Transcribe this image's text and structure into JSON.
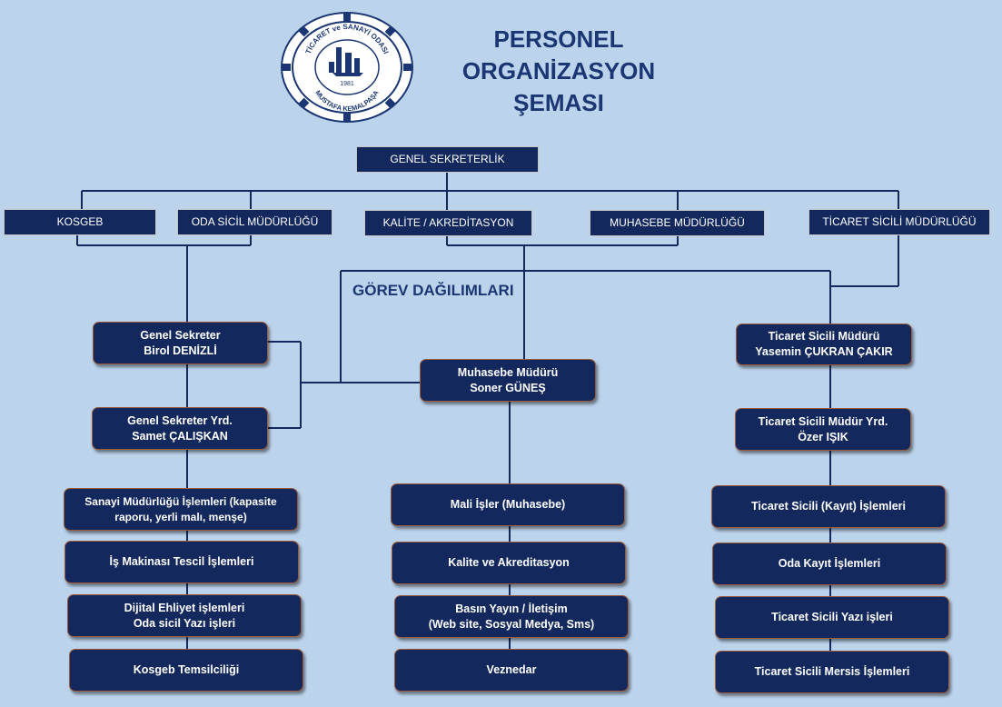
{
  "header": {
    "title_lines": [
      "PERSONEL",
      "ORGANİZASYON",
      "ŞEMASI"
    ],
    "logo_text_arc": "TİCARET ve SANAYİ ODASI",
    "logo_text_bottom": "MUSTAFA KEMALPAŞA",
    "logo_year": "1981"
  },
  "top_units": {
    "genel_sekreterlik": "GENEL SEKRETERLİK",
    "kosgeb": "KOSGEB",
    "oda_sicil": "ODA SİCİL MÜDÜRLÜĞÜ",
    "kalite": "KALİTE / AKREDİTASYON",
    "muhasebe": "MUHASEBE MÜDÜRLÜĞÜ",
    "ticaret_sicili": "TİCARET SİCİLİ MÜDÜRLÜĞÜ"
  },
  "section_title": "GÖREV DAĞILIMLARI",
  "people": {
    "genel_sekreter": "Genel Sekreter\nBirol DENİZLİ",
    "genel_sekreter_yrd": "Genel Sekreter Yrd.\nSamet ÇALIŞKAN",
    "muhasebe_muduru": "Muhasebe Müdürü\nSoner  GÜNEŞ",
    "ticaret_sicili_muduru": "Ticaret Sicili Müdürü\nYasemin ÇUKRAN ÇAKIR",
    "ticaret_sicili_muduru_yrd": "Ticaret Sicili Müdür Yrd.\nÖzer IŞIK"
  },
  "tasks": {
    "left": [
      "Sanayi Müdürlüğü İşlemleri (kapasite\nraporu, yerli malı, menşe)",
      "İş Makinası Tescil İşlemleri",
      "Dijital Ehliyet işlemleri\nOda sicil  Yazı işleri",
      "Kosgeb Temsilciliği"
    ],
    "middle": [
      "Mali İşler (Muhasebe)",
      "Kalite ve Akreditasyon",
      "Basın Yayın / İletişim\n(Web site, Sosyal Medya, Sms)",
      "Veznedar"
    ],
    "right": [
      "Ticaret Sicili (Kayıt) İşlemleri",
      "Oda Kayıt İşlemleri",
      "Ticaret Sicili Yazı işleri",
      "Ticaret Sicili Mersis İşlemleri"
    ]
  },
  "colors": {
    "background": "#bcd3ec",
    "box_fill": "#13295e",
    "line": "#13295e",
    "title_text": "#1a3673",
    "card_border": "#9b5a3c"
  }
}
